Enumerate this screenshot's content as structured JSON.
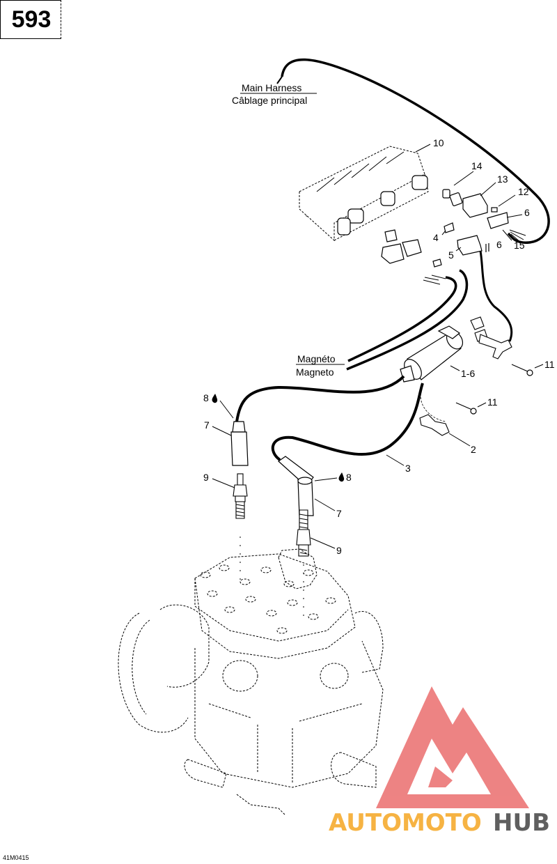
{
  "page": {
    "number": "593",
    "figure_code": "41M0415"
  },
  "labels": {
    "main_harness_en": "Main Harness",
    "main_harness_fr": "Câblage principal",
    "magneto_fr": "Magnéto",
    "magneto_en": "Magneto"
  },
  "callouts": {
    "c10": "10",
    "c14": "14",
    "c13": "13",
    "c12": "12",
    "c6a": "6",
    "c4": "4",
    "c5": "5",
    "c6b": "6",
    "c15": "15",
    "c11a": "11",
    "c1_6": "1-6",
    "c11b": "11",
    "c8a": "8",
    "c7a": "7",
    "c9a": "9",
    "c2": "2",
    "c3": "3",
    "c8b": "8",
    "c7b": "7",
    "c9b": "9"
  },
  "watermark": {
    "part1": "AUTOMOTO",
    "part2": "HUB",
    "color_part1": "#f5a623",
    "color_part2": "#444444",
    "logo_color": "#e85a5a"
  }
}
